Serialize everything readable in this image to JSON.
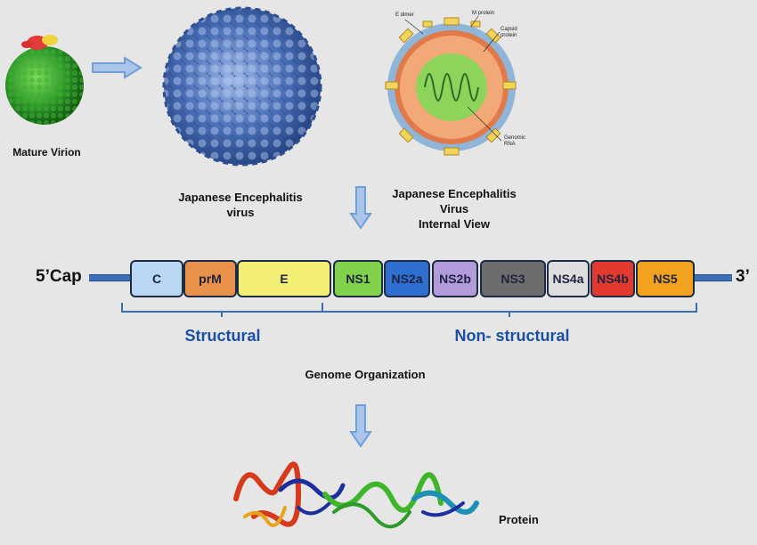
{
  "top": {
    "mature_virion_label": "Mature Virion",
    "jev_label_line1": "Japanese Encephalitis",
    "jev_label_line2": "virus",
    "internal_line1": "Japanese Encephalitis",
    "internal_line2": "Virus",
    "internal_line3": "Internal View",
    "schematic_labels": {
      "e_dimer": "E dimer",
      "m_protein": "M protein",
      "capsid_1": "Capsid",
      "capsid_2": "protein",
      "genomic_1": "Genomic",
      "genomic_2": "RNA"
    }
  },
  "genome": {
    "five_prime": "5’Cap",
    "three_prime": "3’",
    "segments": [
      {
        "label": "C",
        "color": "#b9d6f2"
      },
      {
        "label": "prM",
        "color": "#e8914a"
      },
      {
        "label": "E",
        "color": "#f3ef74"
      },
      {
        "label": "NS1",
        "color": "#7fd24a"
      },
      {
        "label": "NS2a",
        "color": "#2f6fd1"
      },
      {
        "label": "NS2b",
        "color": "#b39ad8"
      },
      {
        "label": "NS3",
        "color": "#6d6d6d"
      },
      {
        "label": "NS4a",
        "color": "#dedede"
      },
      {
        "label": "NS4b",
        "color": "#e23a2e"
      },
      {
        "label": "NS5",
        "color": "#f2a21e"
      }
    ],
    "structural_label": "Structural",
    "nonstructural_label": "Non- structural",
    "organization_label": "Genome Organization"
  },
  "bottom": {
    "protein_label": "Protein"
  },
  "colors": {
    "arrow": "#6f9fd6",
    "bracket": "#3d6fb6",
    "bracket_text": "#1a4fa3"
  }
}
